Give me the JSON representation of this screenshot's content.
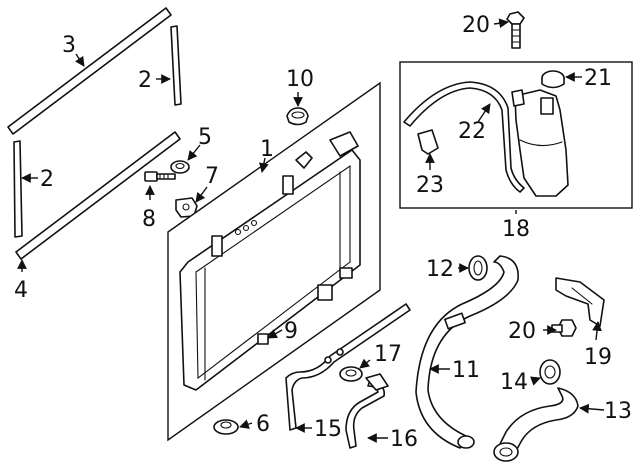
{
  "diagram": {
    "callouts": {
      "c1": "1",
      "c2a": "2",
      "c2b": "2",
      "c3": "3",
      "c4": "4",
      "c5": "5",
      "c6": "6",
      "c7": "7",
      "c8": "8",
      "c9": "9",
      "c10": "10",
      "c11": "11",
      "c12": "12",
      "c13": "13",
      "c14": "14",
      "c15": "15",
      "c16": "16",
      "c17": "17",
      "c18": "18",
      "c19": "19",
      "c20a": "20",
      "c20b": "20",
      "c21": "21",
      "c22": "22",
      "c23": "23"
    }
  }
}
